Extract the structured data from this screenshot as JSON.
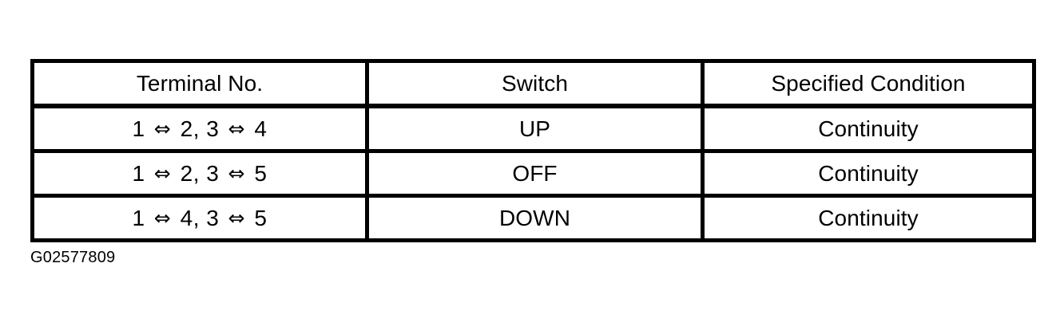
{
  "figure": {
    "caption": "G02577809"
  },
  "table": {
    "headers": [
      "Terminal No.",
      "Switch",
      "Specified Condition"
    ],
    "arrow_symbol": "⇔",
    "rows": [
      {
        "terminal_no": "1 ⇔ 2, 3 ⇔ 4",
        "terminal_pairs": [
          {
            "from": "1",
            "arrow": "⇔",
            "to": "2"
          },
          {
            "from": "3",
            "arrow": "⇔",
            "to": "4"
          }
        ],
        "switch": "UP",
        "specified_condition": "Continuity"
      },
      {
        "terminal_no": "1 ⇔ 2, 3 ⇔ 5",
        "terminal_pairs": [
          {
            "from": "1",
            "arrow": "⇔",
            "to": "2"
          },
          {
            "from": "3",
            "arrow": "⇔",
            "to": "5"
          }
        ],
        "switch": "OFF",
        "specified_condition": "Continuity"
      },
      {
        "terminal_no": "1 ⇔ 4, 3 ⇔ 5",
        "terminal_pairs": [
          {
            "from": "1",
            "arrow": "⇔",
            "to": "4"
          },
          {
            "from": "3",
            "arrow": "⇔",
            "to": "5"
          }
        ],
        "switch": "DOWN",
        "specified_condition": "Continuity"
      }
    ]
  },
  "colors": {
    "background": "#ffffff",
    "text": "#000000",
    "border": "#000000"
  }
}
